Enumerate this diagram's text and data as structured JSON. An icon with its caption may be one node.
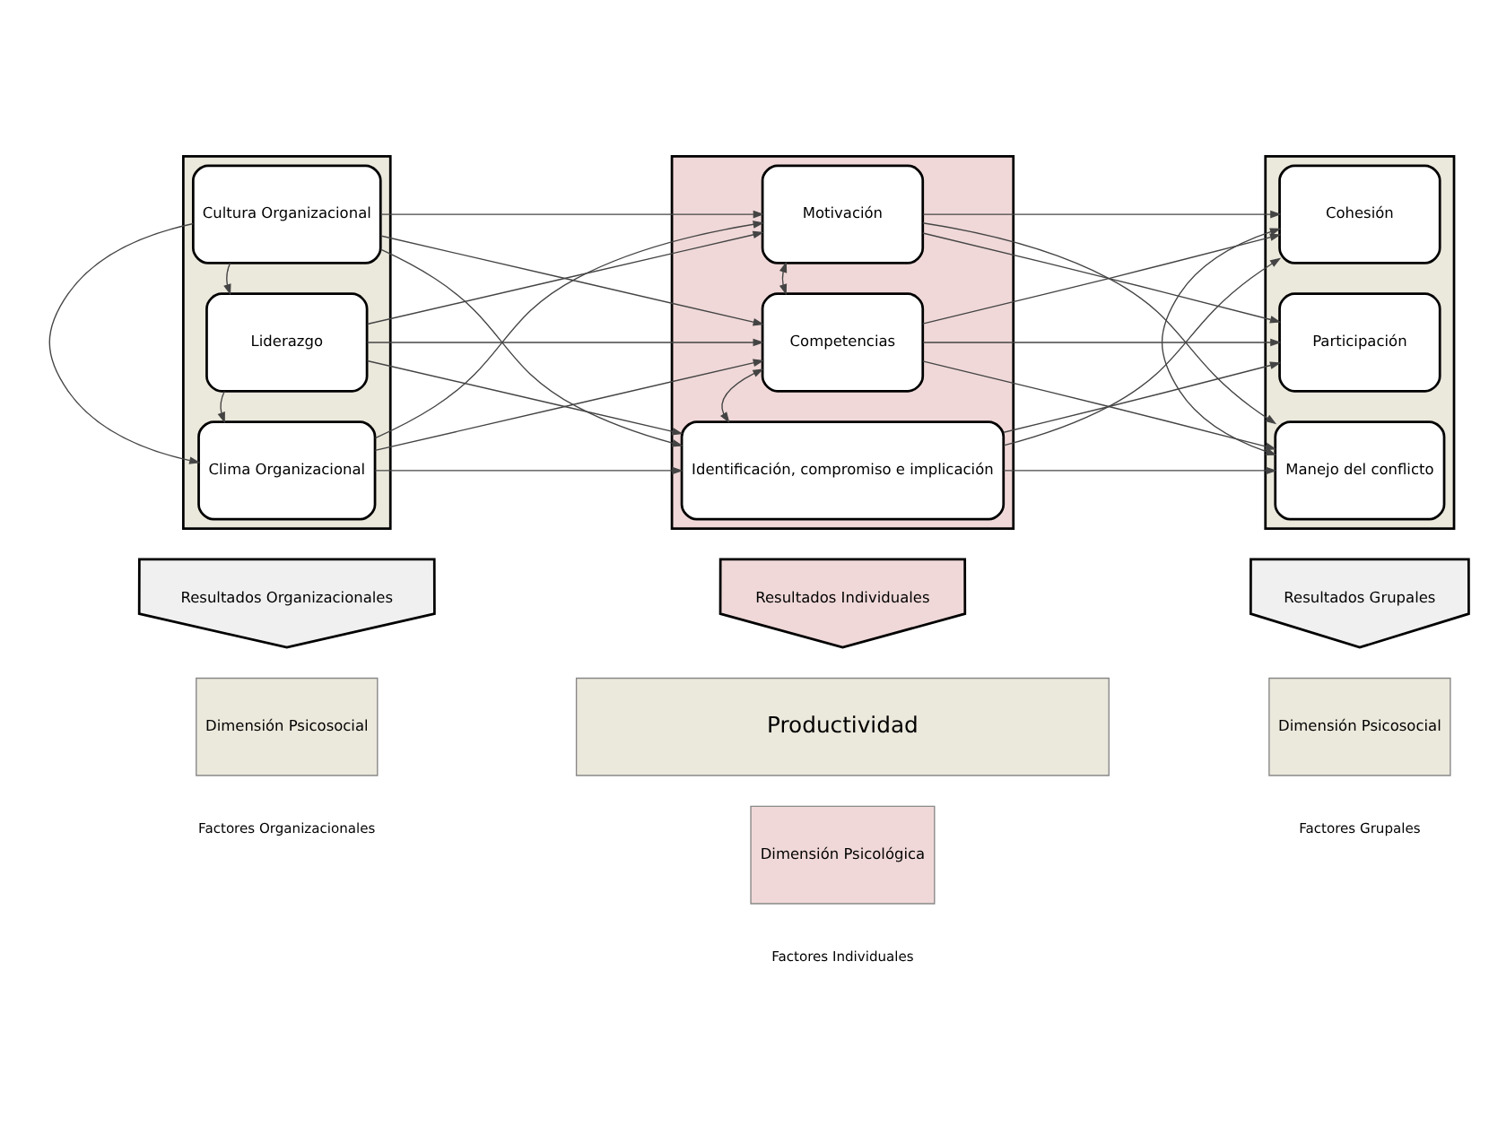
{
  "diagram": {
    "nodes": [
      {
        "text": [
          "Dimensión Psicosocial"
        ],
        "beside": [
          "Factores Organizacionales"
        ]
      },
      {
        "text": [
          "Dimensión Psicológica"
        ],
        "beside": [
          "Factores Individuales"
        ]
      },
      {
        "text": [
          "Dimensión Psicosocial"
        ],
        "beside": [
          "Factores Grupales"
        ]
      },
      {
        "text": [],
        "shape": "box"
      },
      {
        "text": [
          "Cultura Organizacional"
        ],
        "in": 3
      },
      {
        "text": [
          "Liderazgo"
        ],
        "in": 3
      },
      {
        "text": [
          "Clima Organizacional"
        ],
        "in": 3
      },
      {
        "text": [],
        "shape": "box"
      },
      {
        "text": [
          "Motivación"
        ],
        "in": 7
      },
      {
        "text": [
          "Competencias"
        ],
        "in": 7
      },
      {
        "text": [
          "Identificación, compromiso e implicación"
        ],
        "in": 7
      },
      {
        "text": [],
        "shape": "box"
      },
      {
        "text": [
          "Cohesión"
        ],
        "in": 11
      },
      {
        "text": [
          "Participación"
        ],
        "in": 11
      },
      {
        "text": [
          "Manejo del conflicto"
        ],
        "in": 11
      },
      {
        "text": [
          "Resultados Organizacionales"
        ]
      },
      {
        "text": [
          "Resultados Individuales"
        ]
      },
      {
        "text": [
          "Resultados Grupales"
        ]
      },
      {
        "text": [
          "Productividad"
        ]
      }
    ],
    "edges": [
      {
        "from": 4,
        "to": 5,
        "arrow": "to"
      },
      {
        "from": 5,
        "to": 6,
        "arrow": "to"
      },
      {
        "from": 4,
        "to": 6,
        "arrow": "to"
      },
      {
        "from": 4,
        "to": 8,
        "arrow": "to"
      },
      {
        "from": 4,
        "to": 9,
        "arrow": "to"
      },
      {
        "from": 4,
        "to": 10,
        "arrow": "to"
      },
      {
        "from": 5,
        "to": 8,
        "arrow": "to"
      },
      {
        "from": 5,
        "to": 9,
        "arrow": "to"
      },
      {
        "from": 5,
        "to": 10,
        "arrow": "to"
      },
      {
        "from": 6,
        "to": 8,
        "arrow": "to"
      },
      {
        "from": 6,
        "to": 9,
        "arrow": "to"
      },
      {
        "from": 6,
        "to": 10,
        "arrow": "to"
      },
      {
        "from": 8,
        "to": 9,
        "arrow": "both"
      },
      {
        "from": 9,
        "to": 10,
        "arrow": "both"
      },
      {
        "from": 8,
        "to": 12,
        "arrow": "to"
      },
      {
        "from": 8,
        "to": 13,
        "arrow": "to"
      },
      {
        "from": 8,
        "to": 14,
        "arrow": "to"
      },
      {
        "from": 9,
        "to": 12,
        "arrow": "to"
      },
      {
        "from": 9,
        "to": 13,
        "arrow": "to"
      },
      {
        "from": 9,
        "to": 14,
        "arrow": "to"
      },
      {
        "from": 10,
        "to": 12,
        "arrow": "to"
      },
      {
        "from": 10,
        "to": 13,
        "arrow": "to"
      },
      {
        "from": 10,
        "to": 14,
        "arrow": "to"
      },
      {
        "from": 12,
        "to": 14,
        "arrow": "both"
      }
    ]
  }
}
